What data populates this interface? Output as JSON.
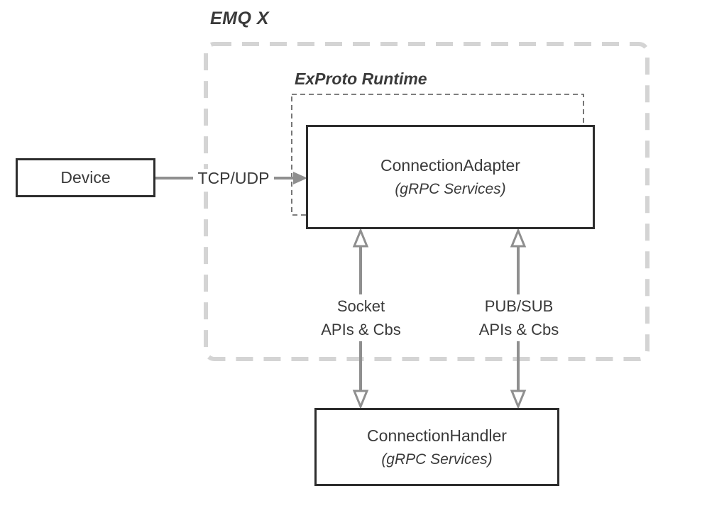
{
  "diagram": {
    "title": "EMQ X",
    "runtime_label": "ExProto Runtime",
    "nodes": {
      "device": {
        "label": "Device"
      },
      "connection_adapter": {
        "label": "ConnectionAdapter",
        "sublabel": "(gRPC Services)"
      },
      "connection_handler": {
        "label": "ConnectionHandler",
        "sublabel": "(gRPC Services)"
      }
    },
    "edges": {
      "tcp_udp": {
        "label": "TCP/UDP"
      },
      "socket": {
        "line1": "Socket",
        "line2": "APIs & Cbs"
      },
      "pubsub": {
        "line1": "PUB/SUB",
        "line2": "APIs & Cbs"
      }
    },
    "colors": {
      "box_border": "#2d2d2d",
      "arrow": "#8f8f8f",
      "outer_boundary_dash": "#d4d4d4",
      "inner_boundary_dash": "#555555",
      "text": "#3a3a3a",
      "background": "#ffffff"
    }
  }
}
